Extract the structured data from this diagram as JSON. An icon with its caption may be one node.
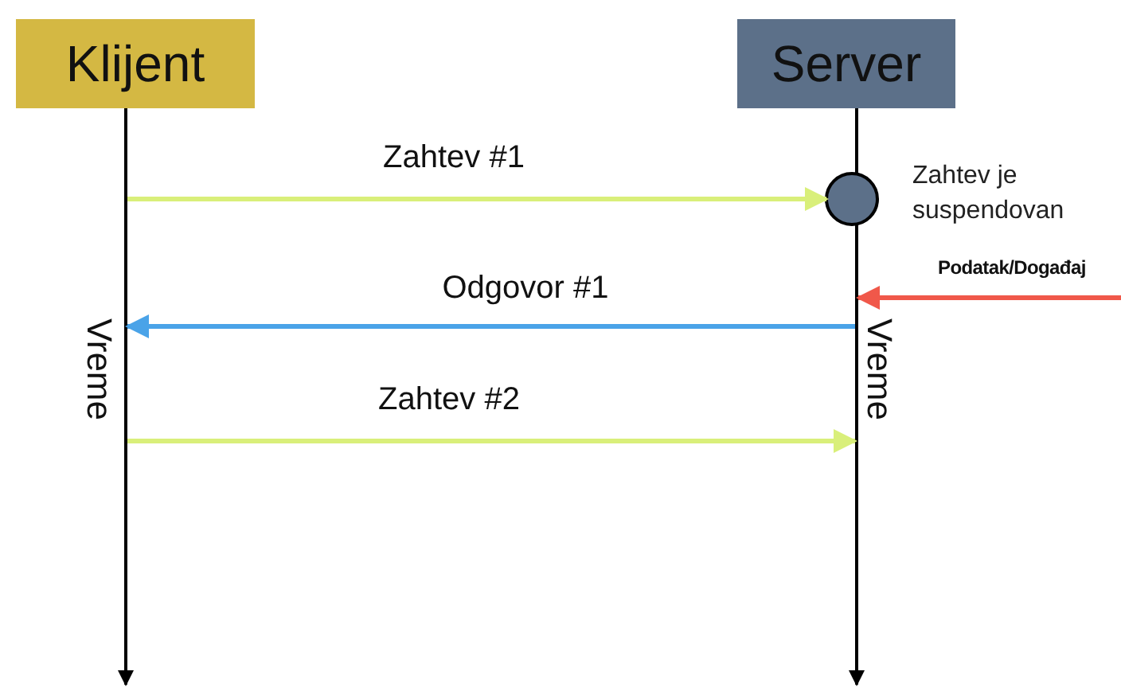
{
  "diagram": {
    "nodes": [
      {
        "text": [
          "Klijent"
        ]
      },
      {
        "text": [
          "Server"
        ]
      },
      {
        "text": [],
        "shape": "bar"
      },
      {
        "text": [],
        "shape": "bar"
      },
      {
        "text": [],
        "shape": "circle",
        "beside": [
          "Zahtev je suspendovan"
        ]
      }
    ],
    "edges": [
      {
        "from": 2,
        "to": 4,
        "arrow": "to",
        "label": "Zahtev #1"
      },
      {
        "from": 3,
        "to": 2,
        "arrow": "to",
        "label": "Odgovor #1",
        "color": "#4aa3e8"
      },
      {
        "from": 2,
        "to": 3,
        "arrow": "to",
        "label": "Zahtev #2"
      },
      {
        "from": null,
        "to": 3,
        "arrow": "to",
        "label": "Podatak/Događaj",
        "color": "#f0584a"
      }
    ],
    "labels": [
      "Vreme",
      "Vreme"
    ]
  }
}
